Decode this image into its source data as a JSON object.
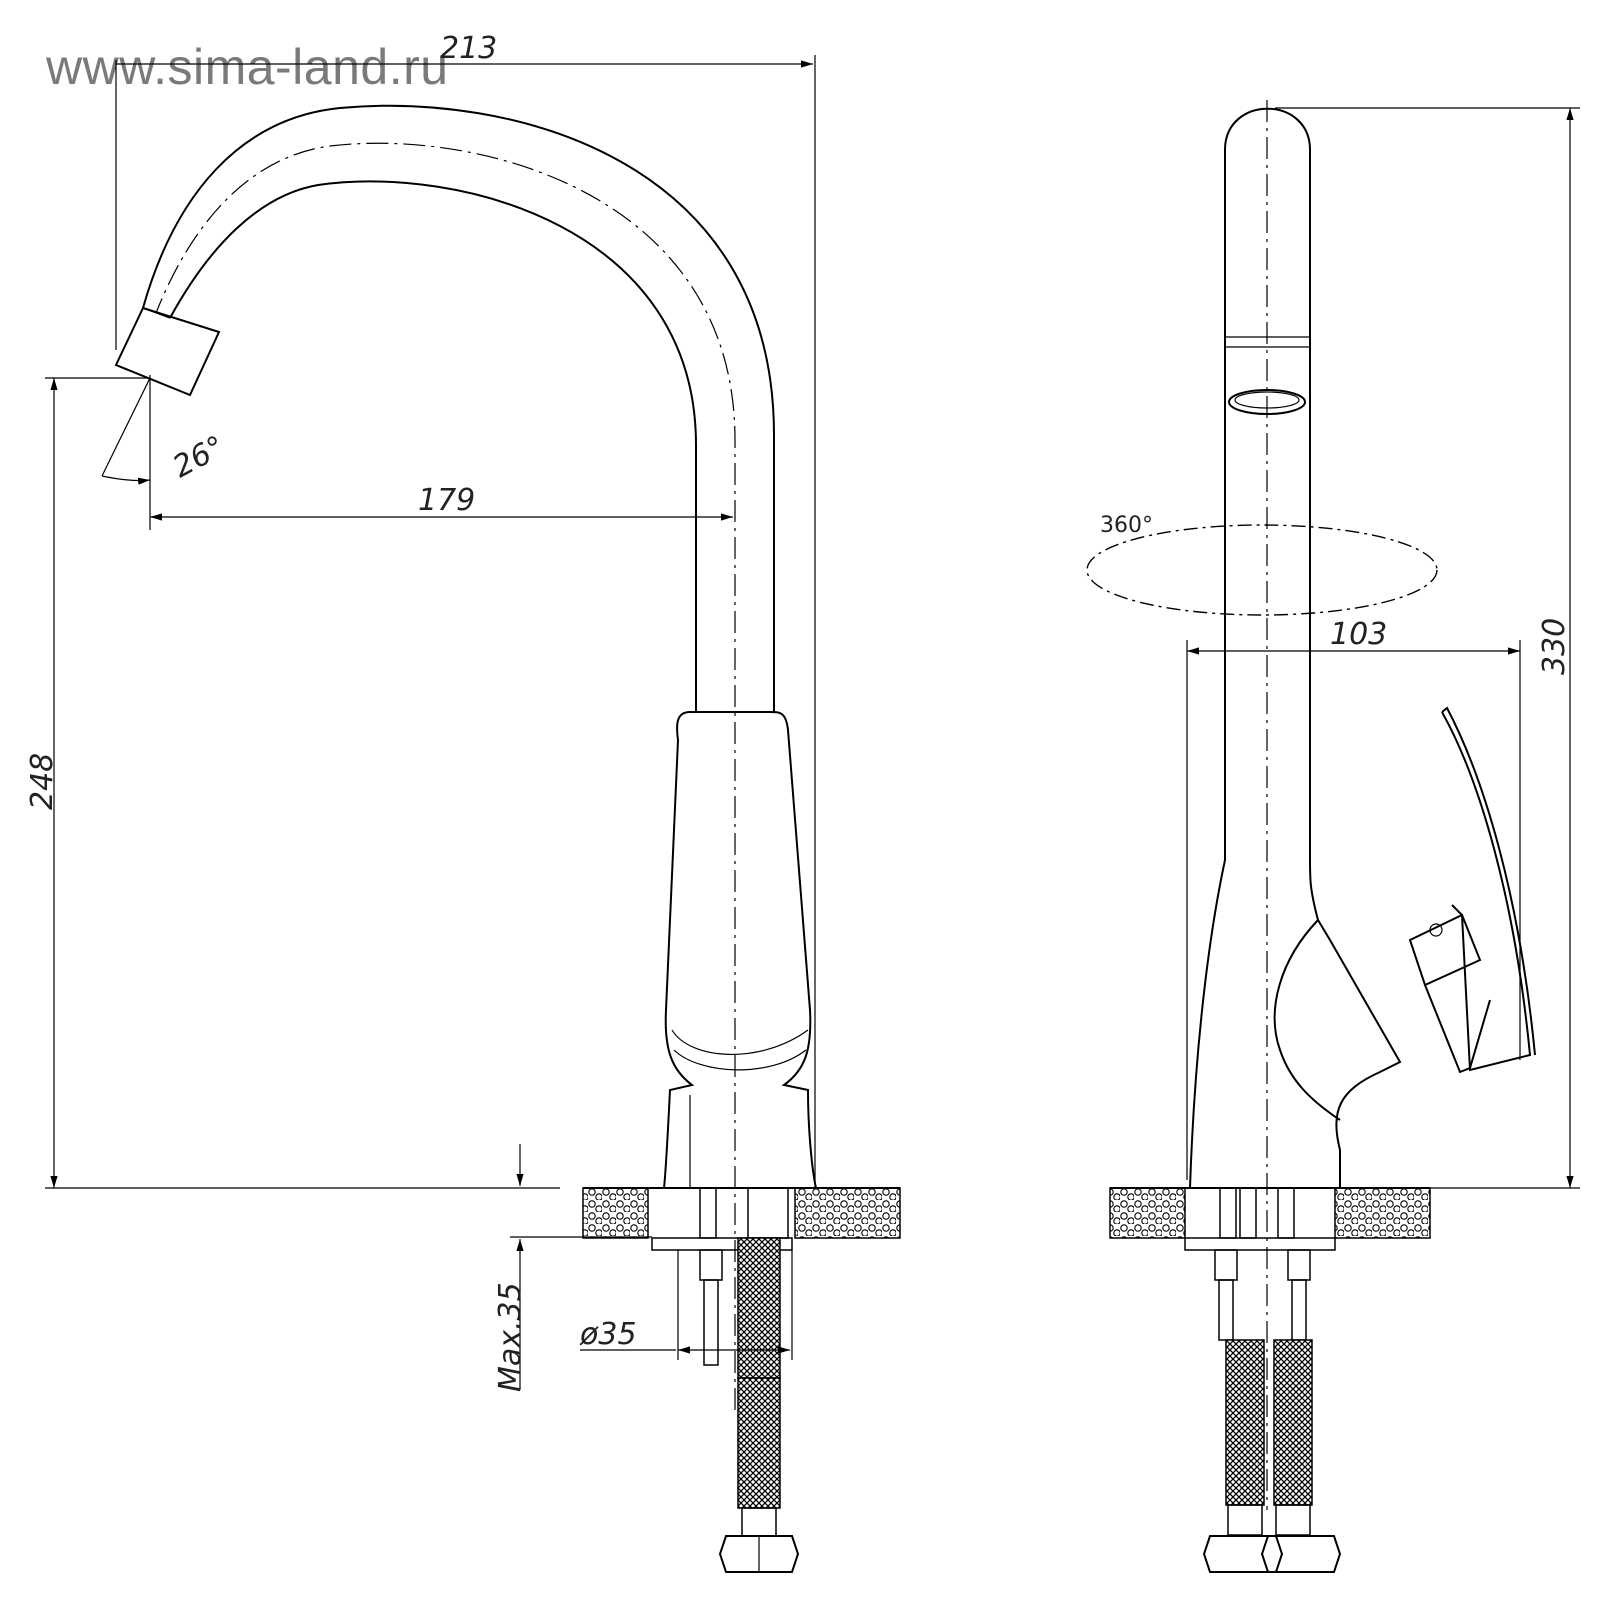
{
  "watermark": "www.sima-land.ru",
  "front_view": {
    "dimensions": {
      "overall_reach": "213",
      "spout_reach": "179",
      "spout_height": "248",
      "spout_angle": "26°",
      "mount_thickness": "Max.35",
      "hole_diameter": "ø35"
    }
  },
  "side_view": {
    "dimensions": {
      "rotation": "360°",
      "base_depth": "103",
      "total_height": "330"
    }
  }
}
